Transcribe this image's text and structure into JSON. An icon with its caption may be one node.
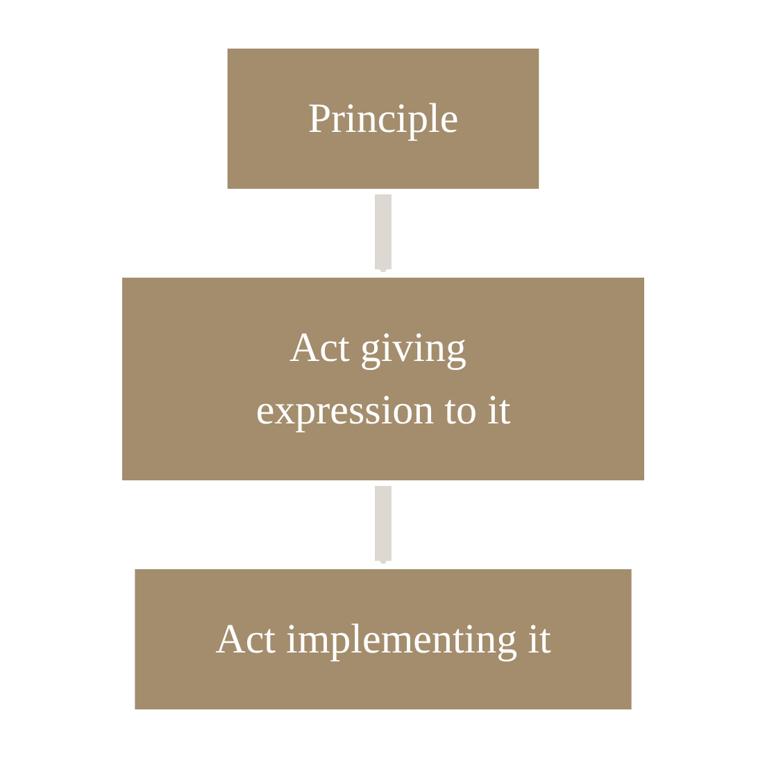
{
  "diagram": {
    "nodes": [
      {
        "text": [
          "Principle"
        ]
      },
      {
        "text": [
          "Act giving expression to it"
        ]
      },
      {
        "text": [
          "Act implementing it"
        ]
      }
    ],
    "edges": [
      {
        "from": 0,
        "to": 1,
        "arrow": "to"
      },
      {
        "from": 1,
        "to": 2,
        "arrow": "to"
      }
    ]
  }
}
